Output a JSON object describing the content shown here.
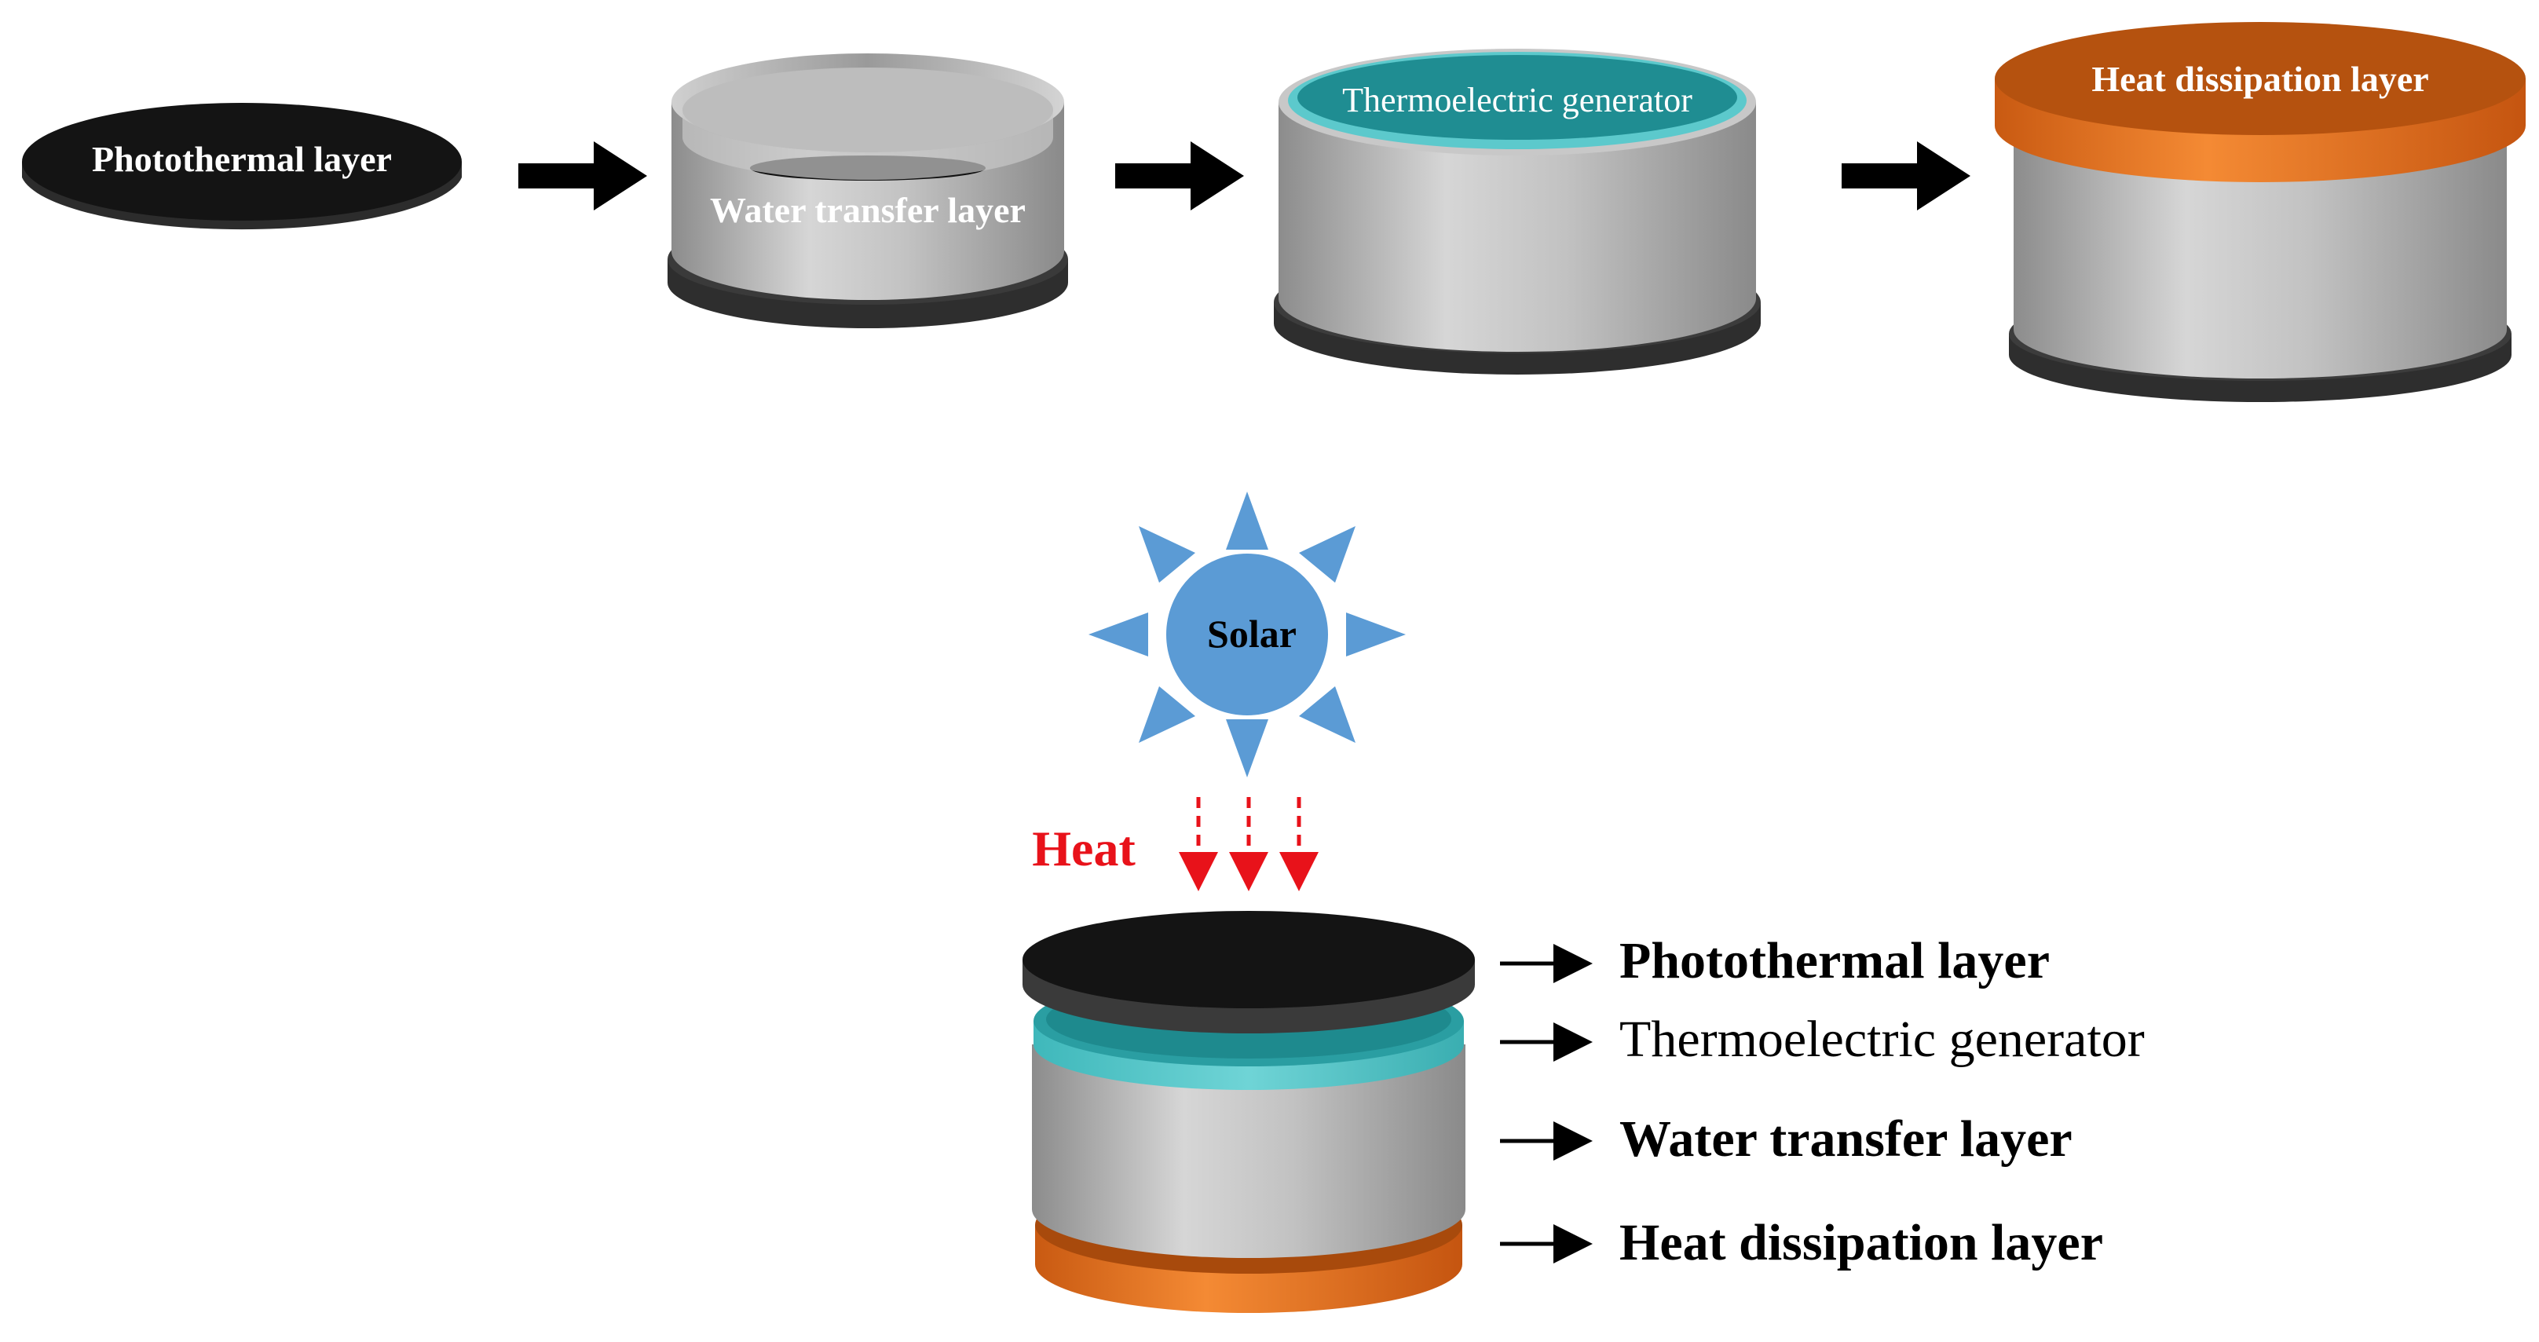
{
  "assembly_steps": {
    "step1": "Photothermal layer",
    "step2": "Water transfer layer",
    "step3": "Thermoelectric generator",
    "step4": "Heat dissipation layer"
  },
  "sun": {
    "label": "Solar"
  },
  "heat_label": "Heat",
  "stack_legend": [
    "Photothermal layer",
    "Thermoelectric generator",
    "Water transfer layer",
    "Heat dissipation layer"
  ],
  "colors": {
    "photothermal": "#1b1b1b",
    "water_transfer": "#b4b4b4",
    "thermoelectric": "#2fa5a8",
    "heat_dissipation": "#e8731e",
    "sun": "#5b9bd5",
    "heat": "#e8121a",
    "arrow": "#000000"
  }
}
